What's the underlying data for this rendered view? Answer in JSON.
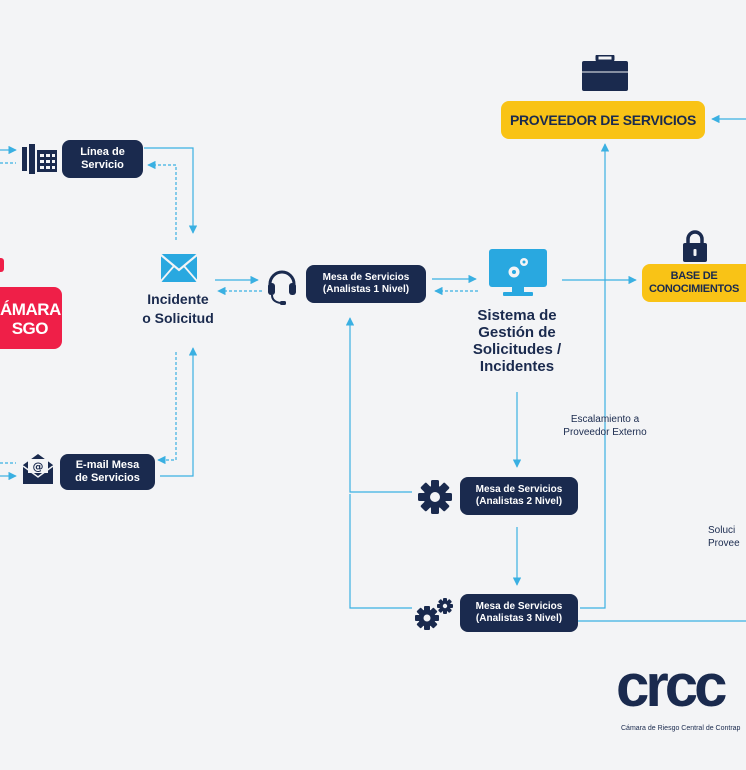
{
  "nodes": {
    "linea_servicio": "Línea de\nServicio",
    "email_mesa": "E-mail Mesa\nde Servicios",
    "camara": "ÁMARA\nSGO",
    "incidente": "Incidente\no Solicitud",
    "mesa_1": "Mesa de Servicios\n(Analistas 1 Nivel)",
    "sistema": "Sistema de\nGestión de\nSolicitudes /\nIncidentes",
    "proveedor": "PROVEEDOR DE SERVICIOS",
    "base": "BASE DE\nCONOCIMIENTOS",
    "mesa_2": "Mesa de Servicios\n(Analistas 2 Nivel)",
    "mesa_3": "Mesa de Servicios\n(Analistas 3 Nivel)"
  },
  "annotations": {
    "escalamiento": "Escalamiento a\nProveedor Externo",
    "solucion": "Soluci\nProvee"
  },
  "logo": {
    "text": "crcc",
    "subtitle": "Cámara de Riesgo Central de Contrap"
  },
  "colors": {
    "navy": "#1a2a4e",
    "accent_blue": "#3ab0e2",
    "yellow": "#f9c316",
    "red": "#ef1f48",
    "background": "#f3f4f6"
  },
  "icons": [
    "phone-fax-icon",
    "email-at-icon",
    "envelope-icon",
    "headset-icon",
    "monitor-gears-icon",
    "briefcase-icon",
    "lock-icon",
    "gear-icon",
    "gears-icon"
  ]
}
